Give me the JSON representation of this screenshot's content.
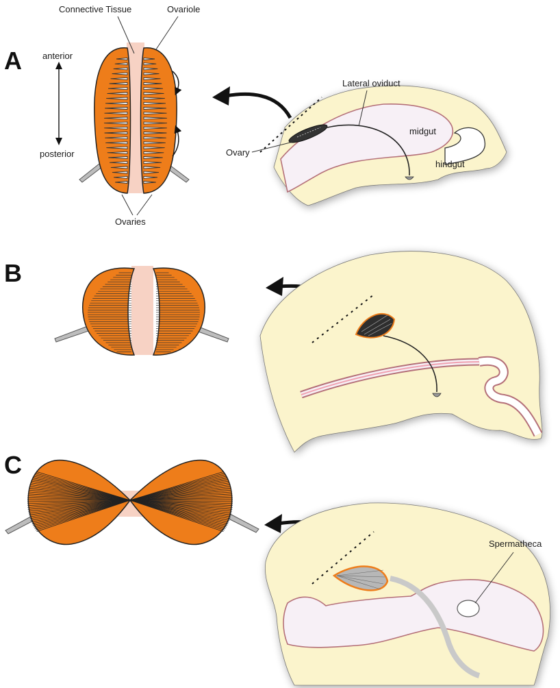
{
  "panels": [
    {
      "label": "A",
      "annotations": {
        "connective_tissue": "Connective Tissue",
        "ovariole": "Ovariole",
        "anterior": "anterior",
        "posterior": "posterior",
        "ovaries": "Ovaries",
        "lateral_oviduct": "Lateral oviduct",
        "ovary": "Ovary",
        "midgut": "midgut",
        "hindgut": "hindgut"
      }
    },
    {
      "label": "B"
    },
    {
      "label": "C",
      "annotations": {
        "spermatheca": "Spermatheca"
      }
    }
  ],
  "colors": {
    "ovary_orange": "#ee7d1a",
    "connective_tissue": "#f7d2c4",
    "abdomen_fill": "#fbf4cc",
    "gut_fill": "#f7f0f6",
    "gut_outline": "#b46f78",
    "gut_pink": "#f0a2b0",
    "oviduct": "#8a8a8a",
    "arrow": "#111111"
  }
}
